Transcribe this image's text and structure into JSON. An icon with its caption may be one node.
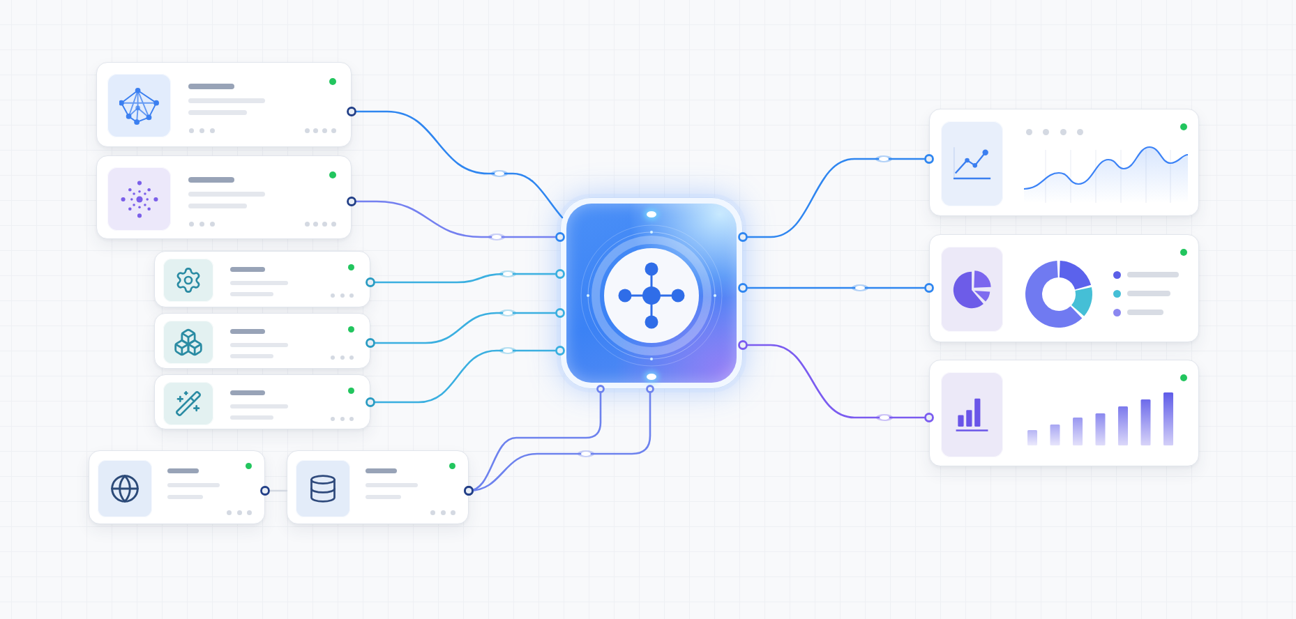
{
  "diagram": {
    "nodes": [
      {
        "text": [],
        "shape": "box"
      },
      {
        "text": [],
        "shape": "box"
      },
      {
        "text": [],
        "shape": "box"
      },
      {
        "text": [],
        "shape": "box"
      },
      {
        "text": [],
        "shape": "box"
      },
      {
        "text": [],
        "shape": "box"
      },
      {
        "text": [],
        "shape": "box"
      },
      {
        "text": [],
        "shape": "box"
      },
      {
        "text": [],
        "shape": "box"
      },
      {
        "text": [],
        "shape": "box"
      },
      {
        "text": [],
        "shape": "box"
      }
    ],
    "edges": [
      {
        "from": 0,
        "to": 7,
        "arrow": "other"
      },
      {
        "from": 1,
        "to": 7,
        "arrow": "other",
        "color": "#7480f0"
      },
      {
        "from": 2,
        "to": 7,
        "arrow": "other",
        "color": "#3aafe0"
      },
      {
        "from": 3,
        "to": 7,
        "arrow": "other",
        "color": "#3aafe0"
      },
      {
        "from": 4,
        "to": 7,
        "arrow": "other",
        "color": "#3aafe0"
      },
      {
        "from": 5,
        "to": 6,
        "arrow": "other",
        "color": "#d4d9e2"
      },
      {
        "from": 6,
        "to": 7,
        "arrow": "other",
        "color": "#6d82ee"
      },
      {
        "from": 6,
        "to": 7,
        "arrow": "other",
        "color": "#6d82ee"
      },
      {
        "from": 7,
        "to": 8,
        "arrow": "other"
      },
      {
        "from": 7,
        "to": 9,
        "arrow": "other"
      },
      {
        "from": 7,
        "to": 10,
        "arrow": "other",
        "color": "#7b5cf0"
      }
    ]
  }
}
